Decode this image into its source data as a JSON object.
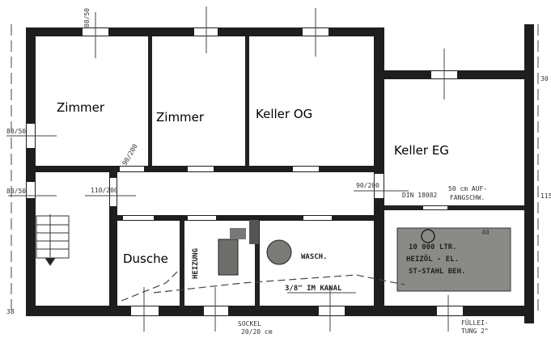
{
  "rooms": {
    "zimmer_1": "Zimmer",
    "zimmer_2": "Zimmer",
    "keller_og": "Keller OG",
    "keller_eg": "Keller EG",
    "dusche": "Dusche"
  },
  "annotations": {
    "window_top": "80/50",
    "door_90_200": "90/200",
    "door_110_200": "110/200",
    "heizung": "HEIZUNG",
    "wasch": "WASCH.",
    "kanal": "3/8\" IM KANAL",
    "tank_line1": "10 000 LTR.",
    "tank_line2": "HEIZÖL - EL.",
    "tank_line3": "ST-STAHL BEH.",
    "auffang_line1": "50 cm AUF-",
    "auffang_line2": "FANGSCHW.",
    "din": "DIN 18082",
    "fuell_line1": "FÜLLEI-",
    "fuell_line2": "TUNG 2\"",
    "sockel_line1": "SOCKEL",
    "sockel_line2": "20/20 cm",
    "dim_30": "30",
    "dim_115": "115",
    "dim_38": "38",
    "dim_40": "40"
  },
  "colors": {
    "wall": "#1e1e1e",
    "tank": "#8a8a86",
    "paper": "#ffffff"
  }
}
